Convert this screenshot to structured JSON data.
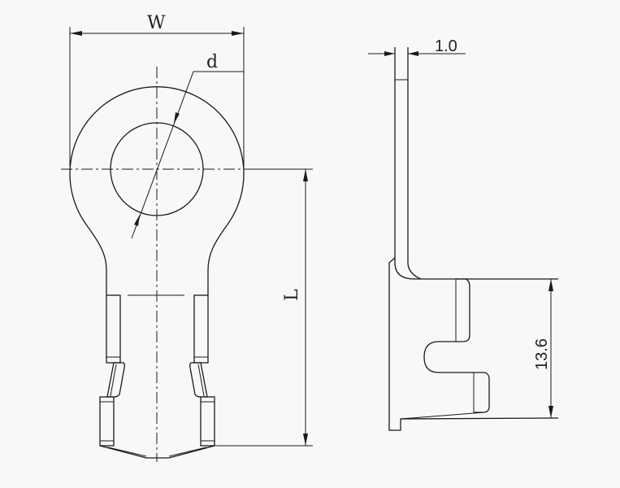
{
  "drawing": {
    "front_view": {
      "width_label": "W",
      "hole_label": "d",
      "length_label": "L"
    },
    "side_view": {
      "thickness_label": "1.0",
      "crimp_length_label": "13.6"
    }
  }
}
